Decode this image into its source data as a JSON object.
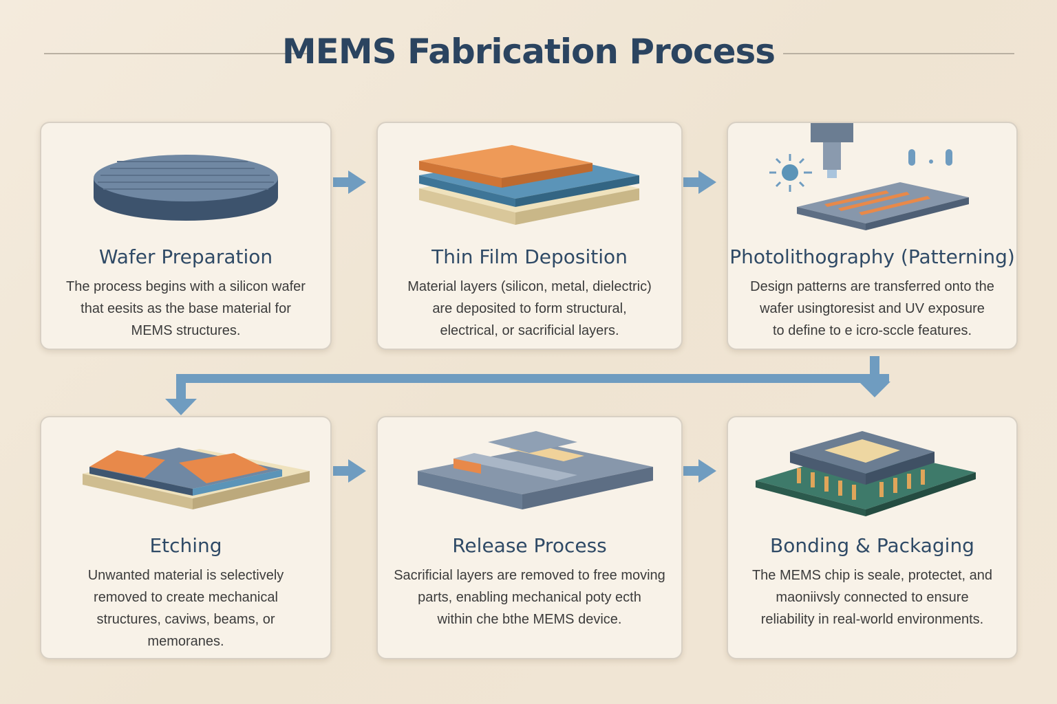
{
  "title": "MEMS Fabrication Process",
  "steps": [
    {
      "title": "Wafer Preparation",
      "lines": [
        "The process begins with a silicon wafer",
        "that eesits as the base material for",
        "MEMS structures."
      ]
    },
    {
      "title": "Thin Film Deposition",
      "lines": [
        "Material layers (silicon, metal, dielectric)",
        "are deposited to form structural,",
        "electrical, or sacrificial layers."
      ]
    },
    {
      "title": "Photolithography (Patterning)",
      "lines": [
        "Design patterns are transferred onto the",
        "wafer usingtoresist and UV exposure",
        "to define to e icro-sccle features."
      ]
    },
    {
      "title": "Etching",
      "lines": [
        "Unwanted material  is selectively",
        "removed to create mechanical",
        "structures, caviws, beams, or",
        "memoranes."
      ]
    },
    {
      "title": "Release Process",
      "lines": [
        "Sacrificial layers are removed to free moving",
        "parts, enabling mechanical poty ecth",
        "within che bthe MEMS device."
      ]
    },
    {
      "title": "Bonding & Packaging",
      "lines": [
        "The MEMS chip is seale, protectet, and",
        "maoniivsly connected to ensure",
        "reliability in real-world environments."
      ]
    }
  ],
  "colors": {
    "title": "#2b4460",
    "arrow": "#6f9cc0",
    "orange": "#e8894a",
    "blue": "#5b94b8",
    "slate": "#6a7d94"
  }
}
